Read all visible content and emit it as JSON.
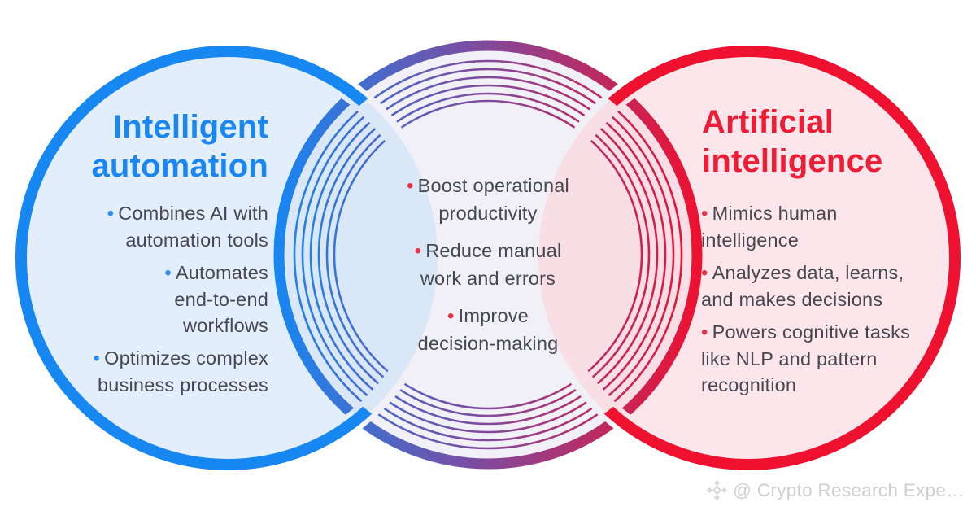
{
  "bullet_char": "•",
  "diagram": {
    "type": "venn-3-circle-infographic",
    "left": {
      "title": "Intelligent\nautomation",
      "bullets": [
        "Combines AI with\nautomation tools",
        "Automates\nend-to-end\nworkflows",
        "Optimizes complex\nbusiness processes"
      ]
    },
    "center": {
      "bullets": [
        "Boost operational\nproductivity",
        "Reduce manual\nwork and errors",
        "Improve\ndecision-making"
      ]
    },
    "right": {
      "title": "Artificial\nintelligence",
      "bullets": [
        "Mimics human\nintelligence",
        "Analyzes data, learns,\nand makes decisions",
        "Powers cognitive tasks\nlike NLP and pattern\nrecognition"
      ]
    },
    "colors": {
      "blue_stroke": "#1787f2",
      "blue_title": "#1a86f2",
      "blue_bullet_dot": "#2b8cf2",
      "red_stroke": "#ee1130",
      "red_title": "#ee1c35",
      "red_bullet_dot": "#ec3346",
      "left_fill": "#e3eefc",
      "right_fill": "#fce6eb",
      "center_fill": "#f1f0f6",
      "left_lens_fill": "#d9e7f7",
      "right_lens_fill": "#f9dee6",
      "body_text": "#474750",
      "watermark_text": "#cfced4"
    }
  },
  "watermark": {
    "text": "@ Crypto Research Expe…",
    "icon": "crypto-diamond-icon"
  }
}
